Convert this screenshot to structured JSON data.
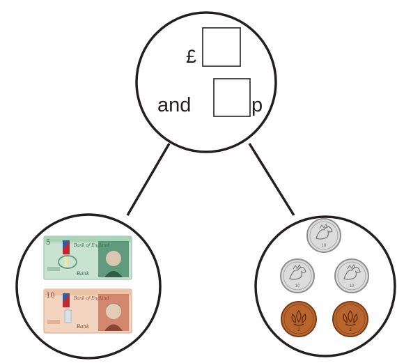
{
  "whole": {
    "pound_symbol": "£",
    "and_text": "and",
    "pence_symbol": "p"
  },
  "part_left": {
    "notes": [
      {
        "value_label": "£5",
        "number": "5",
        "bank_text": "Bank of England",
        "sign": "Bank"
      },
      {
        "value_label": "£10",
        "number": "10",
        "bank_text": "Bank of England",
        "sign": "Bank"
      }
    ]
  },
  "part_right": {
    "silver_coins": [
      {
        "value": "10"
      },
      {
        "value": "10"
      },
      {
        "value": "10"
      }
    ],
    "bronze_coins": [
      {
        "value": "2"
      },
      {
        "value": "2"
      }
    ]
  },
  "colors": {
    "outline": "#231f20",
    "note5_base": "#c8e3cf",
    "note5_dark": "#4f8e70",
    "note10_base": "#f3d5bf",
    "note10_dark": "#c9735a",
    "silver": "#dcdcdc",
    "silver_edge": "#8e8e8e",
    "bronze": "#b9662e",
    "bronze_edge": "#7a3b14"
  }
}
